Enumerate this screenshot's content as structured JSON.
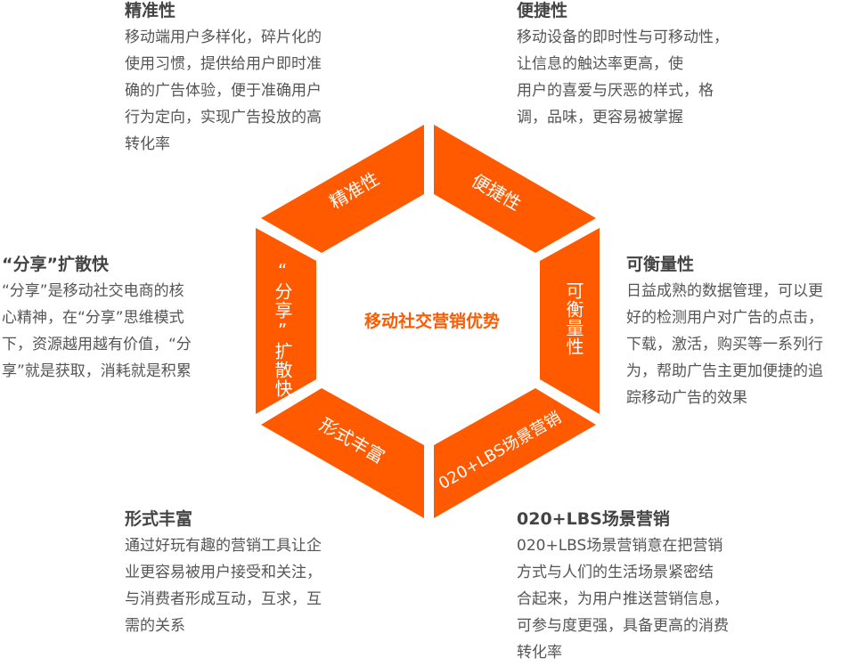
{
  "colors": {
    "accent": "#ff5a00",
    "text": "#555555",
    "title": "#444444"
  },
  "center_title": "移动社交营销优势",
  "segments": {
    "top_left": "精准性",
    "top_right": "便捷性",
    "right": "可衡量性",
    "bottom_right": "020+LBS场景营销",
    "bottom_left": "形式丰富",
    "left": "“分享”扩散快"
  },
  "blocks": {
    "precision": {
      "title": "精准性",
      "lines": [
        "移动端用户多样化，碎片化的",
        "使用习惯，提供给用户即时准",
        "确的广告体验，便于准确用户",
        "行为定向，实现广告投放的高",
        "转化率"
      ]
    },
    "convenience": {
      "title": "便捷性",
      "lines": [
        "移动设备的即时性与可移动性，",
        "让信息的触达率更高，使",
        "用户的喜爱与厌恶的样式，格",
        "调，品味，更容易被掌握"
      ]
    },
    "sharing": {
      "title": "“分享”扩散快",
      "lines": [
        "“分享”是移动社交电商的核",
        "心精神，在“分享”思维模式",
        "下，资源越用越有价值，“分",
        "享”就是获取，消耗就是积累"
      ]
    },
    "measurable": {
      "title": "可衡量性",
      "lines": [
        "日益成熟的数据管理，可以更",
        "好的检测用户对广告的点击，",
        "下载，激活，购买等一系列行",
        "为，帮助广告主更加便捷的追",
        "踪移动广告的效果"
      ]
    },
    "rich_forms": {
      "title": "形式丰富",
      "lines": [
        "通过好玩有趣的营销工具让企",
        "业更容易被用户接受和关注，",
        "与消费者形成互动，互求，互",
        "需的关系"
      ]
    },
    "lbs": {
      "title": "020+LBS场景营销",
      "lines": [
        "020+LBS场景营销意在把营销",
        "方式与人们的生活场景紧密结",
        "合起来，为用户推送营销信息，",
        "可参与度更强，具备更高的消费",
        "转化率"
      ]
    }
  }
}
